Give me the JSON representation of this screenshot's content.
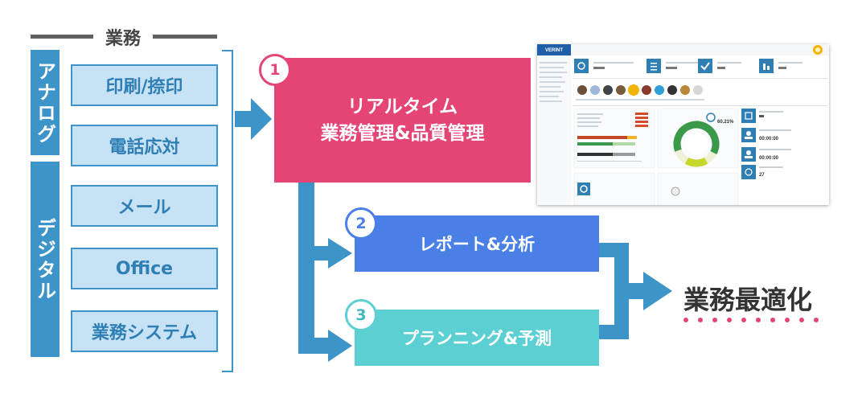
{
  "header": {
    "label": "業務"
  },
  "categories": [
    {
      "label": "アナログ"
    },
    {
      "label": "デジタル"
    }
  ],
  "tasks": [
    {
      "label": "印刷/捺印"
    },
    {
      "label": "電話応対"
    },
    {
      "label": "メール"
    },
    {
      "label": "Office"
    },
    {
      "label": "業務システム"
    }
  ],
  "steps": [
    {
      "number": "1",
      "line1": "リアルタイム",
      "line2": "業務管理&品質管理"
    },
    {
      "number": "2",
      "label": "レポート&分析"
    },
    {
      "number": "3",
      "label": "プランニング&予測"
    }
  ],
  "result": {
    "label": "業務最適化"
  },
  "screenshot": {
    "logo": "VERINT",
    "values": {
      "percent": "60.21%",
      "timer1": "00:00:00",
      "timer2": "00:00:00",
      "count": "27"
    }
  },
  "colors": {
    "accent_pink": "#e44575",
    "blue_step": "#4a7fe6",
    "teal_step": "#5ccfd2",
    "steel_blue": "#3d94c8",
    "task_fill": "#c8e2f5"
  }
}
